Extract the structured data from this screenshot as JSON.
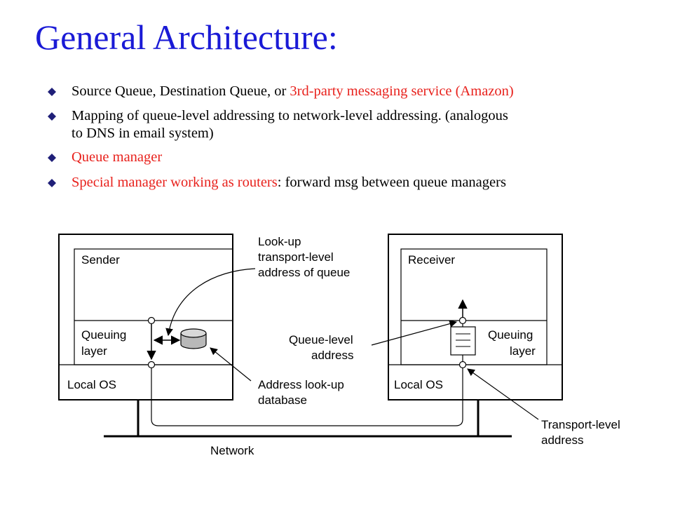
{
  "title": "General Architecture:",
  "bullets": [
    {
      "normal": "Source Queue, Destination Queue, or ",
      "red": "3rd-party messaging service (Amazon)"
    },
    {
      "line1": "Mapping of queue-level addressing to  network-level addressing. (analogous",
      "line2": "to DNS in email system)"
    },
    {
      "red": "Queue manager"
    },
    {
      "red": "Special manager working as routers",
      "normal": ": forward msg between queue managers"
    }
  ],
  "diagram": {
    "sender_label": "Sender",
    "receiver_label": "Receiver",
    "queuing_layer_left_1": "Queuing",
    "queuing_layer_left_2": "layer",
    "queuing_layer_right_1": "Queuing",
    "queuing_layer_right_2": "layer",
    "local_os_left": "Local OS",
    "local_os_right": "Local OS",
    "network_label": "Network",
    "lookup_1": "Look-up",
    "lookup_2": "transport-level",
    "lookup_3": "address of queue",
    "queue_level_1": "Queue-level",
    "queue_level_2": "address",
    "address_db_1": "Address look-up",
    "address_db_2": "database",
    "transport_level_1": "Transport-level",
    "transport_level_2": "address"
  }
}
